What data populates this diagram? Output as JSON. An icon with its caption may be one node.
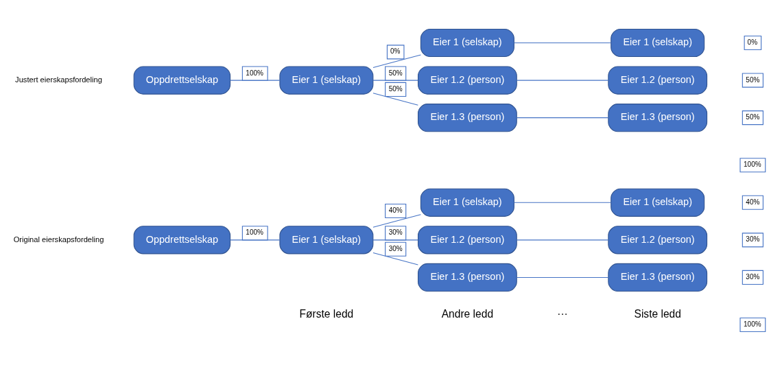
{
  "diagram": {
    "nodes": [
      {
        "text": [
          "Oppdrettselskap"
        ]
      },
      {
        "text": [
          "Eier 1 (selskap)"
        ]
      },
      {
        "text": [
          "Eier 1 (selskap)"
        ]
      },
      {
        "text": [
          "Eier 1.2 (person)"
        ]
      },
      {
        "text": [
          "Eier 1.3 (person)"
        ]
      },
      {
        "text": [
          "Eier 1 (selskap)"
        ]
      },
      {
        "text": [
          "Eier 1.2 (person)"
        ]
      },
      {
        "text": [
          "Eier 1.3 (person)"
        ]
      },
      {
        "text": [
          "Oppdrettselskap"
        ]
      },
      {
        "text": [
          "Eier 1 (selskap)"
        ]
      },
      {
        "text": [
          "Eier 1 (selskap)"
        ]
      },
      {
        "text": [
          "Eier 1.2 (person)"
        ]
      },
      {
        "text": [
          "Eier 1.3 (person)"
        ]
      },
      {
        "text": [
          "Eier 1 (selskap)"
        ]
      },
      {
        "text": [
          "Eier 1.2 (person)"
        ]
      },
      {
        "text": [
          "Eier 1.3 (person)"
        ]
      }
    ],
    "edges": [
      {
        "from": 0,
        "to": 1,
        "arrow": "none",
        "label": "100%"
      },
      {
        "from": 1,
        "to": 2,
        "arrow": "none",
        "label": "40%"
      },
      {
        "from": 1,
        "to": 3,
        "arrow": "none",
        "label": "30%"
      },
      {
        "from": 1,
        "to": 4,
        "arrow": "none",
        "label": "30%"
      },
      {
        "from": 2,
        "to": 5,
        "arrow": "none"
      },
      {
        "from": 3,
        "to": 6,
        "arrow": "none"
      },
      {
        "from": 4,
        "to": 7,
        "arrow": "none"
      },
      {
        "from": 8,
        "to": 9,
        "arrow": "none",
        "label": "100%"
      },
      {
        "from": 9,
        "to": 10,
        "arrow": "none",
        "label": "0%"
      },
      {
        "from": 9,
        "to": 11,
        "arrow": "none",
        "label": "50%"
      },
      {
        "from": 9,
        "to": 12,
        "arrow": "none",
        "label": "50%"
      },
      {
        "from": 10,
        "to": 13,
        "arrow": "none"
      },
      {
        "from": 11,
        "to": 14,
        "arrow": "none"
      },
      {
        "from": 12,
        "to": 15,
        "arrow": "none"
      }
    ],
    "labels": [
      "Første ledd",
      "Andre ledd",
      "···",
      "Siste ledd",
      "Original eierskapsfordeling",
      "40%",
      "30%",
      "30%",
      "100%",
      "Justert eierskapsfordeling",
      "0%",
      "50%",
      "50%",
      "100%"
    ]
  }
}
